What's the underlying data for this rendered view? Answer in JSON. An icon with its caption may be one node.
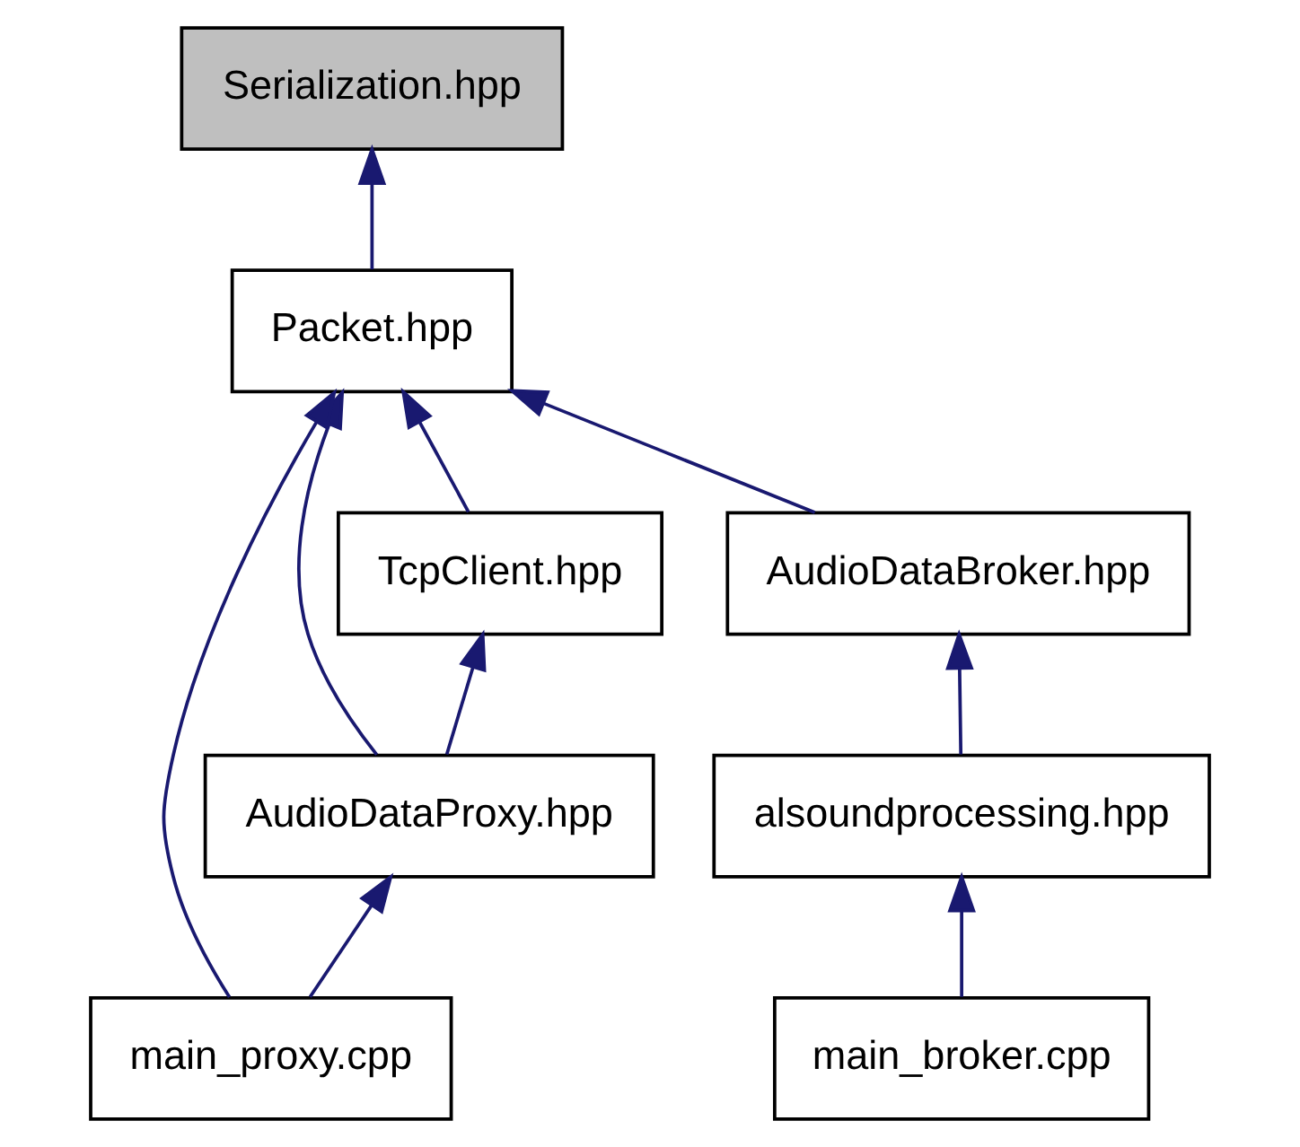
{
  "diagram": {
    "nodes": [
      {
        "text": [
          "Serialization.hpp"
        ]
      },
      {
        "text": [
          "Packet.hpp"
        ]
      },
      {
        "text": [
          "TcpClient.hpp"
        ]
      },
      {
        "text": [
          "AudioDataBroker.hpp"
        ]
      },
      {
        "text": [
          "AudioDataProxy.hpp"
        ]
      },
      {
        "text": [
          "alsoundprocessing.hpp"
        ]
      },
      {
        "text": [
          "main_proxy.cpp"
        ]
      },
      {
        "text": [
          "main_broker.cpp"
        ]
      }
    ],
    "edges": [
      {
        "from": 1,
        "to": 0,
        "arrow": "to"
      },
      {
        "from": 6,
        "to": 1,
        "arrow": "to"
      },
      {
        "from": 4,
        "to": 1,
        "arrow": "to"
      },
      {
        "from": 2,
        "to": 1,
        "arrow": "to"
      },
      {
        "from": 3,
        "to": 1,
        "arrow": "to"
      },
      {
        "from": 4,
        "to": 2,
        "arrow": "to"
      },
      {
        "from": 5,
        "to": 3,
        "arrow": "to"
      },
      {
        "from": 6,
        "to": 4,
        "arrow": "to"
      },
      {
        "from": 7,
        "to": 5,
        "arrow": "to"
      }
    ]
  }
}
